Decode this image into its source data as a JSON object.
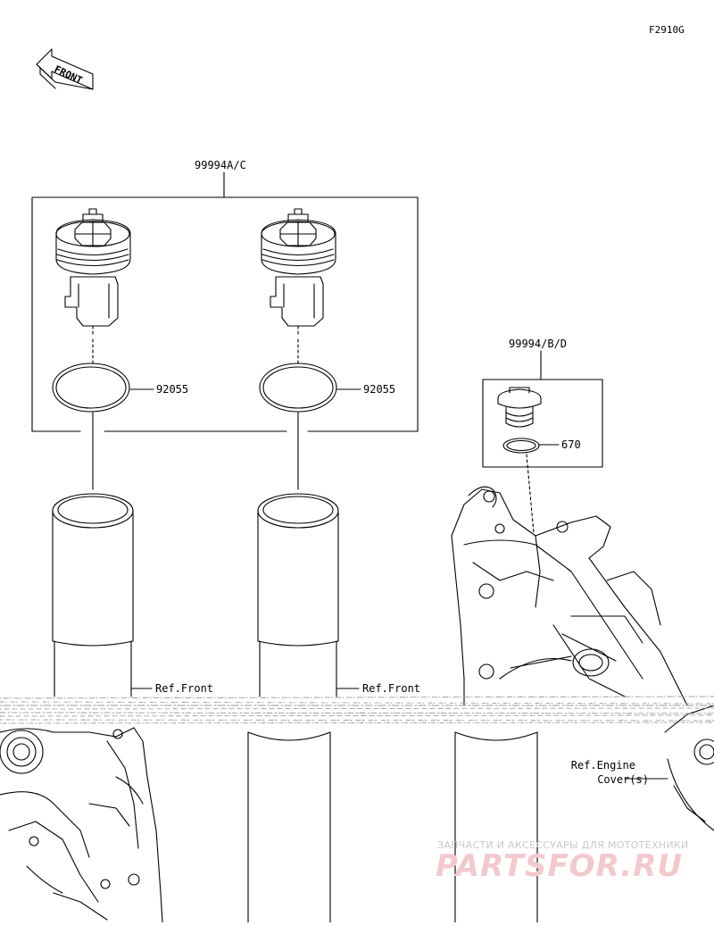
{
  "diagram": {
    "figure_code": "F2910G",
    "front_label": "FRONT",
    "kit_left_label": "99994A/C",
    "kit_right_label": "99994/B/D",
    "oring_label_1": "92055",
    "oring_label_2": "92055",
    "washer_label": "670",
    "ref_front_1": "Ref.Front",
    "ref_front_2": "Ref.Front",
    "ref_engine_line1": "Ref.Engine",
    "ref_engine_line2": "Cover(s)"
  },
  "watermark": {
    "tagline": "ЗАПЧАСТИ И АКСЕССУАРЫ ДЛЯ МОТОТЕХНИКИ",
    "brand": "PARTSFOR.RU",
    "brand_color": "#e06470"
  }
}
